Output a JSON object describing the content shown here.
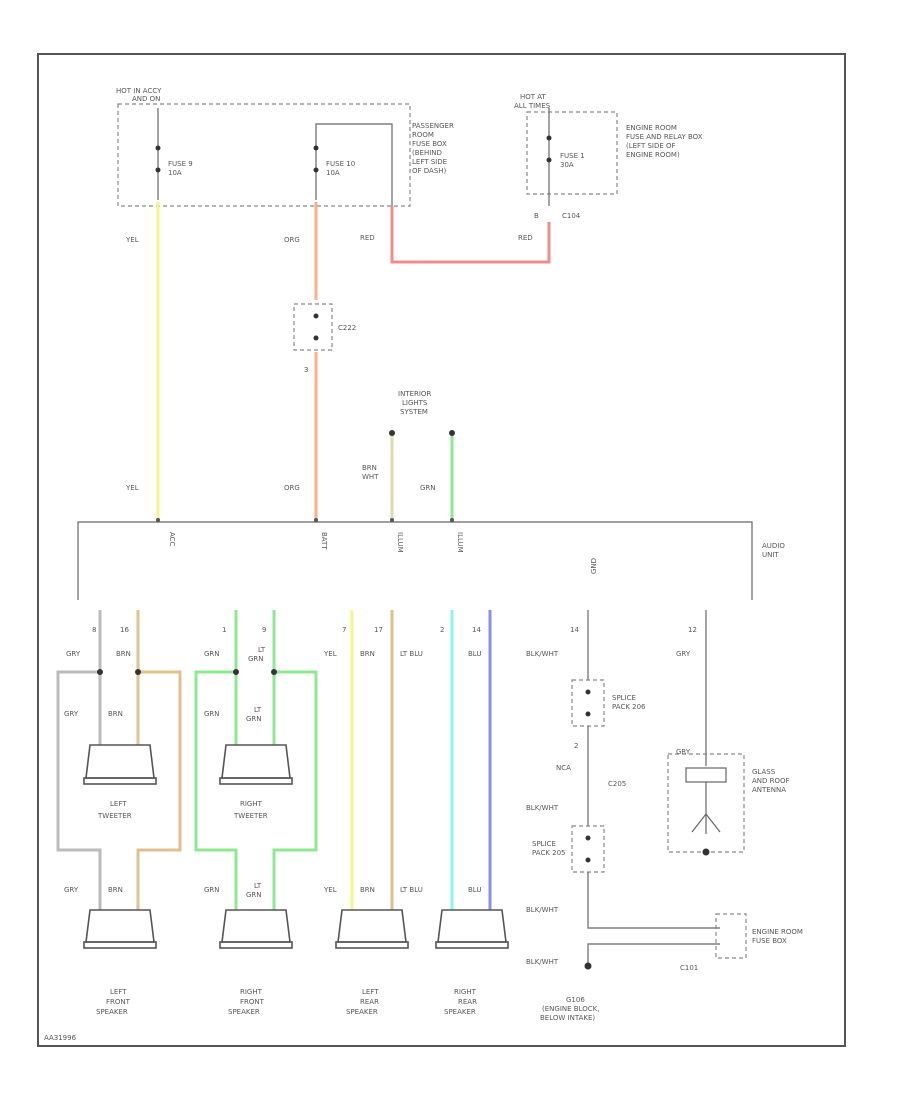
{
  "colors": {
    "yel": "#f5f58a",
    "org": "#f9b183",
    "red": "#f28b8b",
    "grn": "#8ee88e",
    "brn": "#e0c08f",
    "gry": "#bbbbbb",
    "ltblu": "#8ff2f2",
    "blu": "#8b8bf2",
    "brnwht": "#dcdcb0"
  },
  "labels": {
    "hot_acc": "HOT IN ACCY",
    "hot_acc2": "AND ON",
    "pass_fuse": [
      "PASSENGER",
      "ROOM",
      "FUSE BOX",
      "(BEHIND",
      "LEFT SIDE",
      "OF DASH)"
    ],
    "hot_at": "HOT AT",
    "hot_at2": "ALL TIMES",
    "eng_fuse": [
      "ENGINE ROOM",
      "FUSE AND RELAY BOX",
      "(LEFT SIDE OF",
      "ENGINE ROOM)"
    ],
    "fuse9": "FUSE 9",
    "fuse9a": "10A",
    "fuse10": "FUSE 10",
    "fuse10a": "10A",
    "fuse1": "FUSE 1",
    "fuse1a": "30A",
    "yel": "YEL",
    "org": "ORG",
    "red": "RED",
    "c104": "C104",
    "c104pin": "B",
    "c222": "C222",
    "c222pin": "3",
    "interior": [
      "INTERIOR",
      "LIGHTS",
      "SYSTEM"
    ],
    "brn_wht": "BRN",
    "brn_wht2": "WHT",
    "grn": "GRN",
    "audio": "AUDIO",
    "unit": "UNIT",
    "pin_acc": "ACC",
    "pin_batt": "BATT",
    "pin_illum1": "ILLUM",
    "pin_illum2": "ILLUM",
    "pin_gnd": "GND",
    "pin8": "8",
    "pin16": "16",
    "pin1": "1",
    "pin9": "9",
    "pin7": "7",
    "pin17": "17",
    "pin2": "2",
    "pin14": "14",
    "pin14b": "14",
    "pin12": "12",
    "gry": "GRY",
    "brn": "BRN",
    "lt": "LT",
    "ltblu": "LT BLU",
    "blu": "BLU",
    "blkwht": "BLK/WHT",
    "nca": "NCA",
    "c205": "C205",
    "splice1": [
      "SPLICE",
      "PACK 206"
    ],
    "splice2": [
      "SPLICE",
      "PACK 205"
    ],
    "glass_ant": [
      "GLASS",
      "AND ROOF",
      "ANTENNA"
    ],
    "eng_fuse2": [
      "ENGINE ROOM",
      "FUSE BOX"
    ],
    "c101": "C101",
    "lt_tweet": [
      "LEFT",
      "TWEETER"
    ],
    "rt_tweet": [
      "RIGHT",
      "TWEETER"
    ],
    "lf_spk": [
      "LEFT",
      "FRONT",
      "SPEAKER"
    ],
    "rf_spk": [
      "RIGHT",
      "FRONT",
      "SPEAKER"
    ],
    "lr_spk": [
      "LEFT",
      "REAR",
      "SPEAKER"
    ],
    "rr_spk": [
      "RIGHT",
      "REAR",
      "SPEAKER"
    ],
    "g106": [
      "G106",
      "(ENGINE BLOCK,",
      "BELOW INTAKE)"
    ],
    "code": "AA31996"
  }
}
